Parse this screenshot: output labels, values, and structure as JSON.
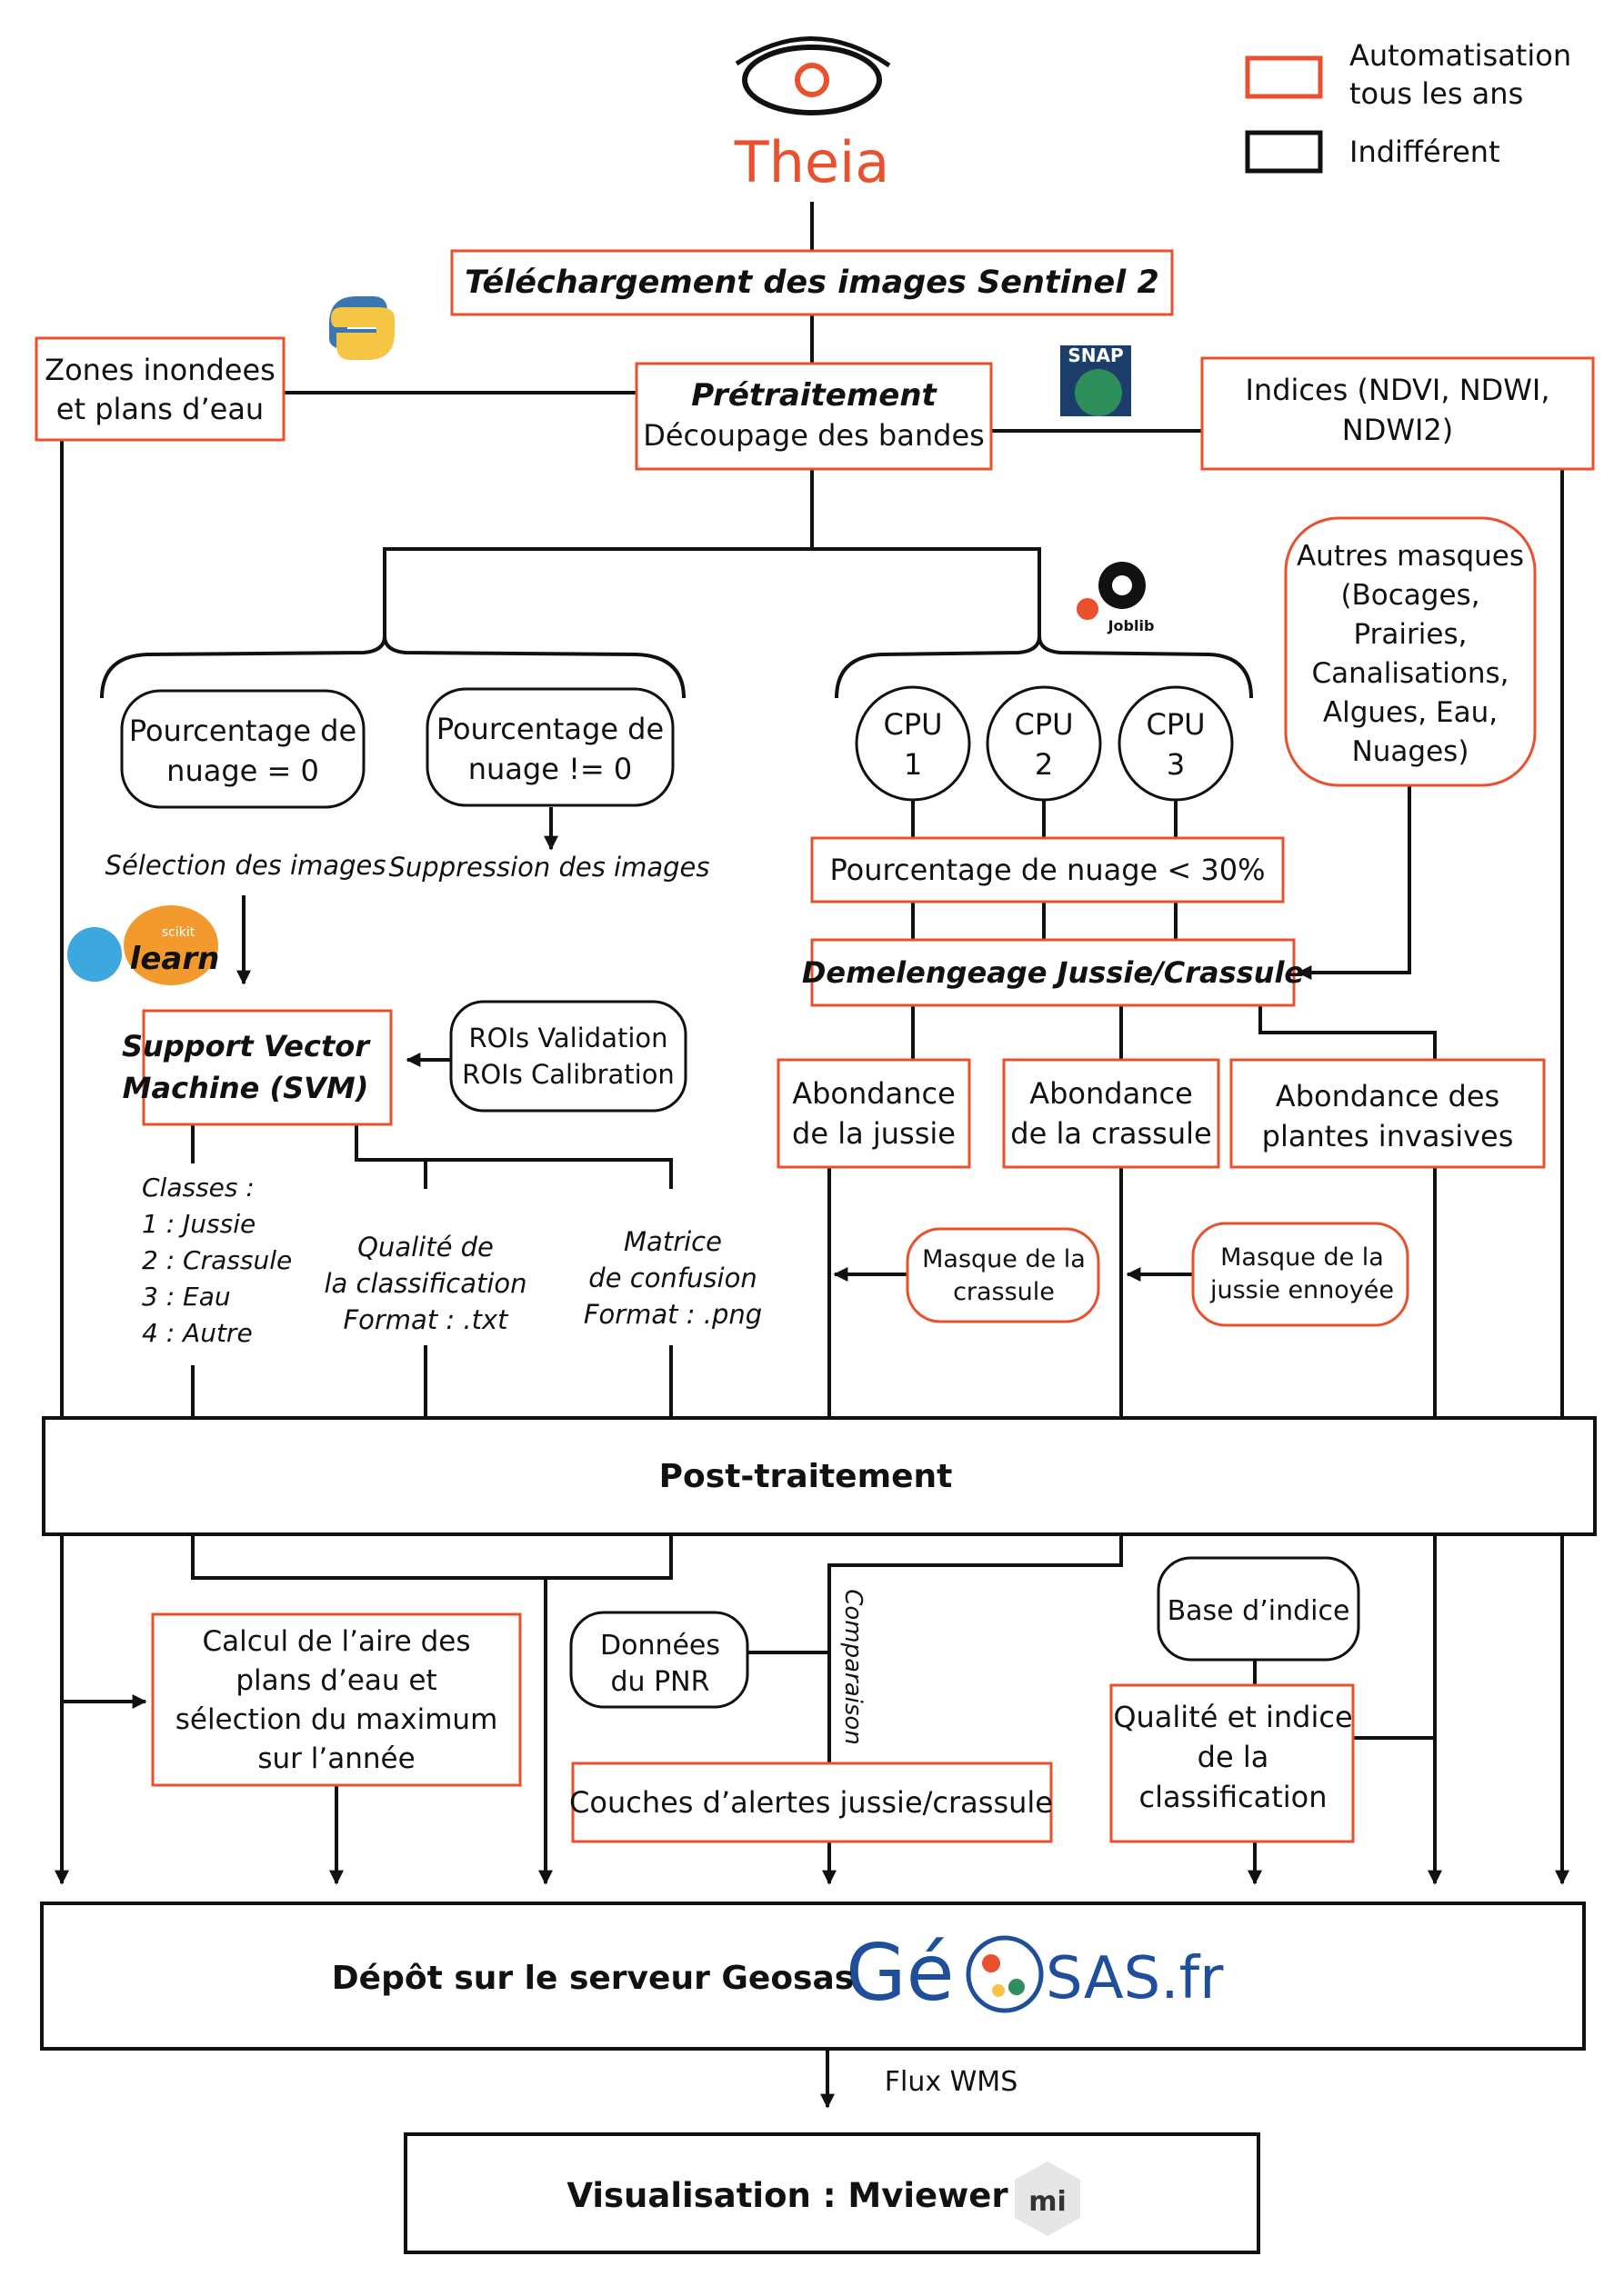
{
  "colors": {
    "accent_box": "#e8502e",
    "neutral_box": "#111111",
    "theia_orange": "#e8502e",
    "python_blue": "#3b76b0",
    "python_yellow": "#f6c544",
    "geosas_blue": "#1f4f9a",
    "sklearn_blue": "#3da7e0",
    "sklearn_orange": "#f29a2e"
  },
  "legend": {
    "automated": "Automatisation\ntous les ans",
    "indifferent": "Indifférent"
  },
  "logos": {
    "theia": "Theia",
    "snap": "SNAP",
    "joblib": "Joblib",
    "sklearn_small": "scikit",
    "sklearn_big": "learn",
    "geosas": "Gé",
    "geosas_suffix": "SAS.fr",
    "mviewer": "mi"
  },
  "nodes": {
    "download": "Téléchargement des images Sentinel 2",
    "zones": "Zones inondees\net plans d’eau",
    "pretraitement_title": "Prétraitement",
    "pretraitement_sub": "Découpage des bandes",
    "indices": "Indices (NDVI, NDWI,\nNDWI2)",
    "cloud0": "Pourcentage de\nnuage = 0",
    "cloudnot0": "Pourcentage de\nnuage != 0",
    "cpu1": "CPU\n1",
    "cpu2": "CPU\n2",
    "cpu3": "CPU\n3",
    "autres": "Autres masques\n(Bocages,\nPrairies,\nCanalisations,\nAlgues, Eau,\nNuages)",
    "cloud30": "Pourcentage de nuage <  30%",
    "demel": "Demelengeage Jussie/Crassule",
    "svm": "Support Vector\nMachine (SVM)",
    "rois": "ROIs Validation\nROIs Calibration",
    "ab_jussie": "Abondance\nde la jussie",
    "ab_crassule": "Abondance\nde la crassule",
    "ab_invasives": "Abondance des\nplantes invasives",
    "masque_crassule": "Masque de la\ncrassule",
    "masque_jussie": "Masque de la\njussie ennoyée",
    "post": "Post-traitement",
    "calcul": "Calcul de l’aire des\nplans d’eau et\nsélection du maximum\nsur l’année",
    "pnr": "Données\ndu PNR",
    "alertes": "Couches d’alertes jussie/crassule",
    "base_indice": "Base d’indice",
    "qualite": "Qualité et indice\nde la\nclassification",
    "depot": "Dépôt sur le serveur Geosas",
    "visu": "Visualisation : Mviewer"
  },
  "labels": {
    "selection": "Sélection des images",
    "suppression": "Suppression des images",
    "classes": "Classes :\n1 : Jussie\n2  : Crassule\n3 : Eau\n4 : Autre",
    "qualite_classif": "Qualité de\nla classification\nFormat : .txt",
    "matrice": "Matrice\nde confusion\nFormat : .png",
    "comparaison": "Comparaison",
    "flux": "Flux WMS"
  }
}
